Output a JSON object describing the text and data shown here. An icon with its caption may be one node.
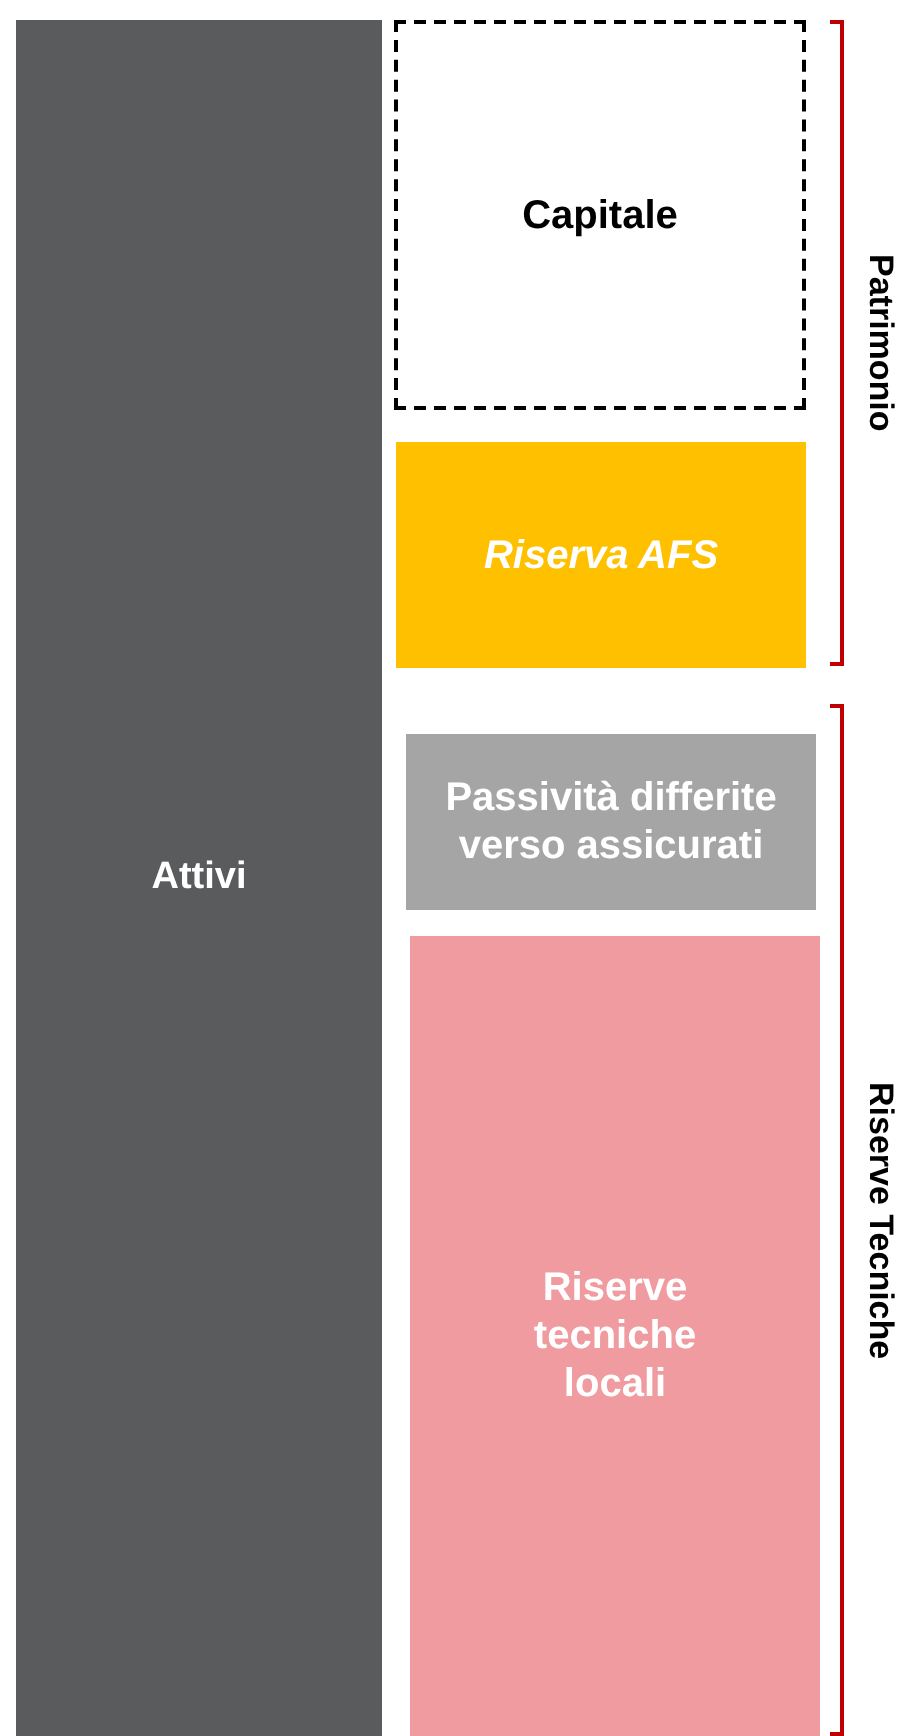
{
  "diagram": {
    "nodes": [
      {
        "text": [
          "Attivi"
        ]
      },
      {
        "text": [
          "Capitale"
        ]
      },
      {
        "text": [
          "Riserva AFS"
        ]
      },
      {
        "text": [
          "Passività differite verso assicurati"
        ]
      },
      {
        "text": [
          "Riserve tecniche locali"
        ]
      }
    ],
    "labels": [
      "Patrimonio",
      "Riserve Tecniche"
    ]
  }
}
